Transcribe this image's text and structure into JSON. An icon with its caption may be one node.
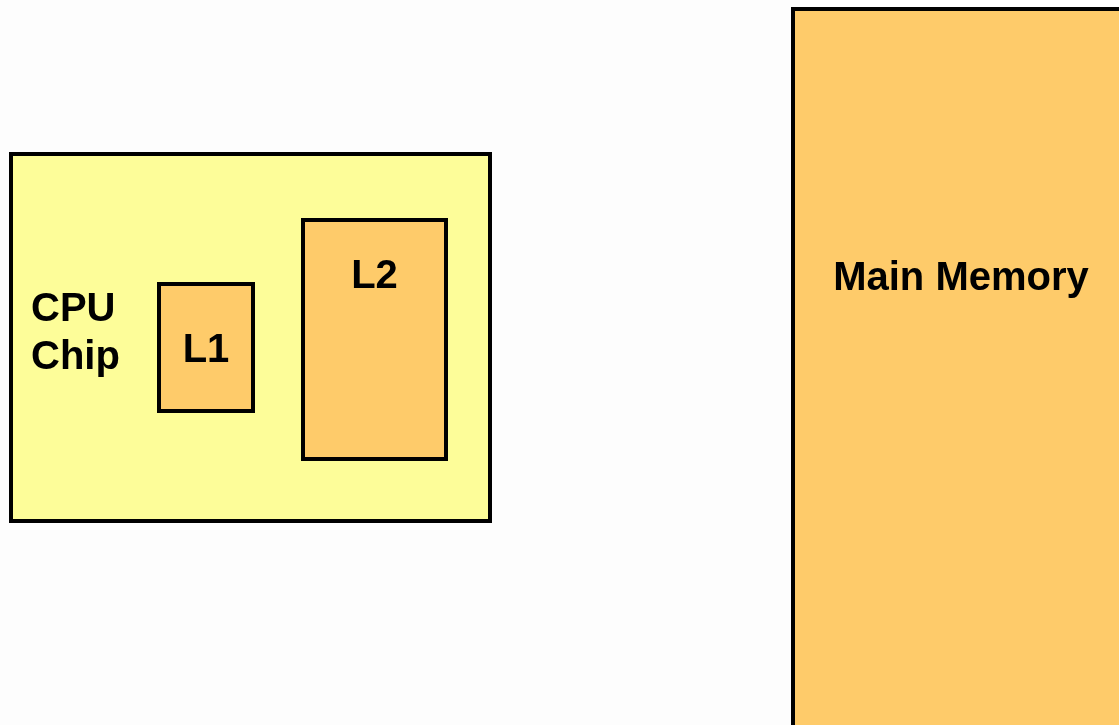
{
  "diagram": {
    "nodes": [
      {
        "text": [
          "CPU Chip"
        ]
      },
      {
        "text": [
          "L1"
        ],
        "in": 0
      },
      {
        "text": [
          "L2"
        ],
        "in": 0
      },
      {
        "text": [
          "Main Memory"
        ]
      }
    ]
  }
}
